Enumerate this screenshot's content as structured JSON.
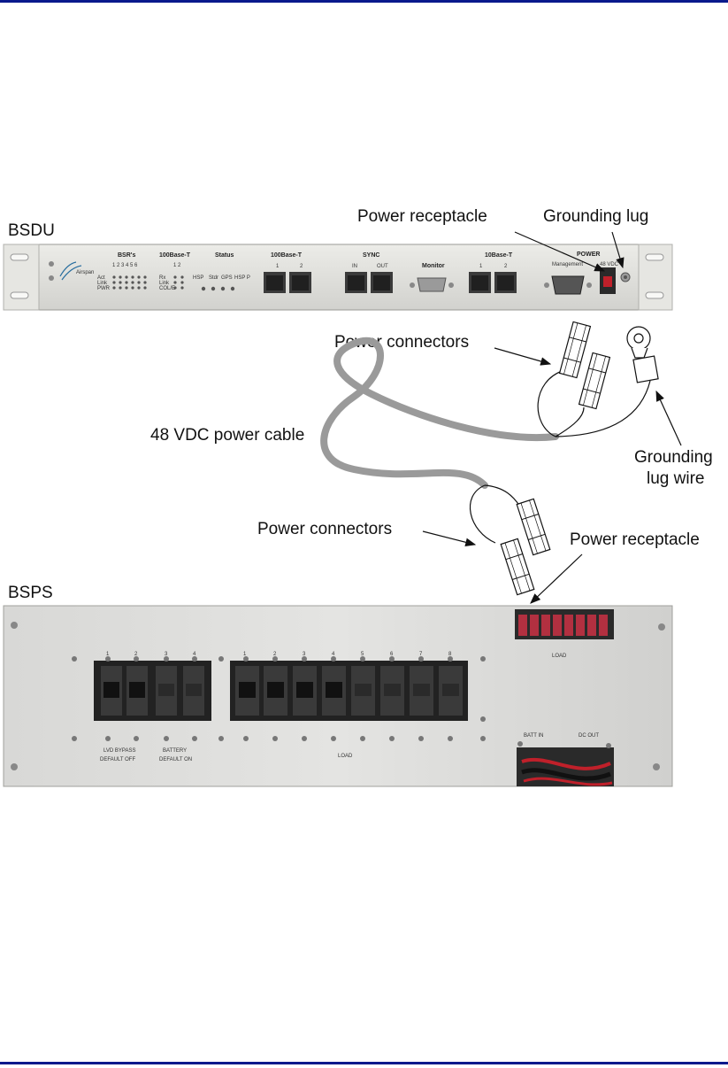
{
  "labels": {
    "bsdu": "BSDU",
    "bsps": "BSPS",
    "power_receptacle_top": "Power receptacle",
    "grounding_lug": "Grounding lug",
    "power_connectors_top": "Power connectors",
    "cable": "48 VDC power cable",
    "grounding_lug_wire_line1": "Grounding",
    "grounding_lug_wire_line2": "lug wire",
    "power_connectors_bottom": "Power connectors",
    "power_receptacle_bottom": "Power receptacle"
  },
  "bsdu_panel": {
    "brand": "Airspan",
    "groups": {
      "bsrs": "BSR's",
      "base100_left": "100Base-T",
      "status": "Status",
      "base100_right": "100Base-T",
      "sync": "SYNC",
      "base10": "10Base-T",
      "power": "POWER"
    },
    "bsr_numbers": "1 2 3 4 5 6",
    "base100_numbers": "1 2",
    "bsr_rows": [
      "Act",
      "Link",
      "PWR"
    ],
    "base100_rows": [
      "Rx",
      "Link",
      "COL/E"
    ],
    "status_items": [
      "HSP",
      "Stdr",
      "GPS",
      "HSP P"
    ],
    "port_left_1": "1",
    "port_left_2": "2",
    "sync_in": "IN",
    "sync_out": "OUT",
    "monitor": "Monitor",
    "port_right_1": "1",
    "port_right_2": "2",
    "management": "Management",
    "vdc": "48 VDC"
  },
  "bsps_panel": {
    "switch_numbers_left": [
      "1",
      "2",
      "3",
      "4"
    ],
    "switch_numbers_right": [
      "1",
      "2",
      "3",
      "4",
      "5",
      "6",
      "7",
      "8"
    ],
    "lvd_bypass": "LVD BYPASS",
    "default_off": "DEFAULT OFF",
    "battery": "BATTERY",
    "default_on": "DEFAULT ON",
    "load": "LOAD",
    "load_top": "LOAD",
    "batt_in": "BATT IN",
    "dc_out": "DC OUT"
  },
  "colors": {
    "rule": "#0a1a8c",
    "cable": "#9a9a9a",
    "panel": "#dcdcd8",
    "power_switch": "#c0202a"
  }
}
